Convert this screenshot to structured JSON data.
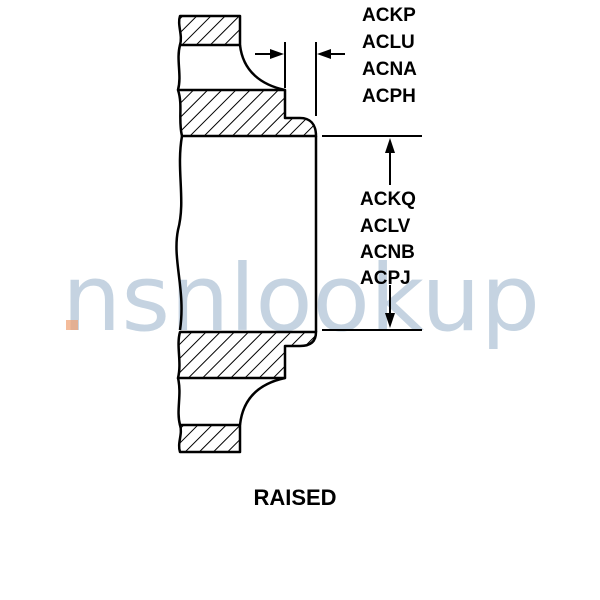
{
  "watermark": {
    "text": "nsnlookup",
    "dot_color": "#f0a070",
    "text_color": "#7fa0bd"
  },
  "labels": {
    "top_group": [
      "ACKP",
      "ACLU",
      "ACNA",
      "ACPH"
    ],
    "side_group": [
      "ACKQ",
      "ACLV",
      "ACNB",
      "ACPJ"
    ]
  },
  "caption": "RAISED"
}
